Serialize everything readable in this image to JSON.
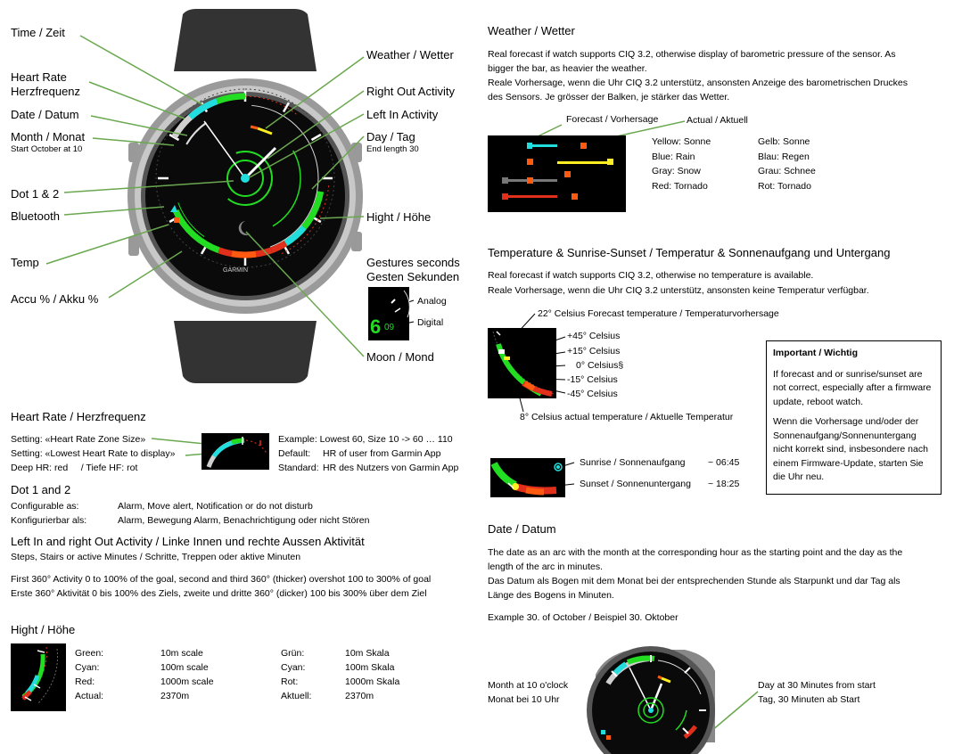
{
  "watch_callouts": {
    "time": "Time / Zeit",
    "heart_rate_1": "Heart Rate",
    "heart_rate_2": "Herzfrequenz",
    "date": "Date / Datum",
    "month": "Month / Monat",
    "month_sub": "Start October at 10",
    "dot": "Dot 1 & 2",
    "bluetooth": "Bluetooth",
    "temp": "Temp",
    "accu": "Accu % / Akku %",
    "weather": "Weather / Wetter",
    "right_out": "Right Out Activity",
    "left_in": "Left In Activity",
    "day": "Day / Tag",
    "day_sub": "End length 30",
    "hight": "Hight / Höhe",
    "gestures_1": "Gestures seconds",
    "gestures_2": "Gesten Sekunden",
    "analog": "Analog",
    "digital": "Digital",
    "gesture_digits": "6",
    "gesture_secs": "09",
    "moon": "Moon / Mond",
    "brand": "GARMIN"
  },
  "heart_rate": {
    "title": "Heart Rate / Herzfrequenz",
    "setting1": "Setting: «Heart Rate Zone Size»",
    "setting2": "Setting: «Lowest Heart Rate to display»",
    "deep": "Deep HR: red     / Tiefe HF: rot",
    "example": "Example: Lowest 60, Size 10 -> 60 … 110",
    "default_key": "Default:",
    "default_val": "HR of user from Garmin App",
    "standard_key": "Standard:",
    "standard_val": "HR des Nutzers von Garmin App"
  },
  "dots": {
    "title": "Dot 1 and 2",
    "conf_en_key": "Configurable as:",
    "conf_en_val": "Alarm, Move alert, Notification or do not disturb",
    "conf_de_key": "Konfigurierbar als:",
    "conf_de_val": "Alarm, Bewegung Alarm, Benachrichtigung oder nicht Stören"
  },
  "activity": {
    "title": "Left In and right Out Activity / Linke Innen und rechte Aussen Aktivität",
    "sub": "Steps, Stairs or active Minutes / Schritte, Treppen oder aktive Minuten",
    "line1": "First 360° Activity 0 to 100% of the goal, second and third 360° (thicker) overshot 100 to 300% of goal",
    "line2": "Erste 360° Aktivität 0 bis 100% des Ziels, zweite und dritte 360° (dicker) 100 bis 300% über dem Ziel"
  },
  "hight": {
    "title": "Hight / Höhe",
    "rows": [
      [
        "Green:",
        "10m scale",
        "Grün:",
        "10m Skala"
      ],
      [
        "Cyan:",
        "100m scale",
        "Cyan:",
        "100m Skala"
      ],
      [
        "Red:",
        "1000m scale",
        "Rot:",
        "1000m Skala"
      ],
      [
        "Actual:",
        "2370m",
        "Aktuell:",
        "2370m"
      ]
    ]
  },
  "weather": {
    "title": "Weather / Wetter",
    "p1": "Real forecast if watch supports CIQ 3.2, otherwise display of barometric pressure of the sensor. As",
    "p2": "bigger the bar, as heavier the weather.",
    "p3": "Reale Vorhersage, wenn die Uhr CIQ 3.2 unterstütz, ansonsten Anzeige des barometrischen Druckes",
    "p4": "des Sensors. Je grösser der Balken, je stärker das Wetter.",
    "forecast": "Forecast / Vorhersage",
    "actual": "Actual / Aktuell",
    "legend": [
      [
        "Yellow: Sonne",
        "Gelb: Sonne"
      ],
      [
        "Blue: Rain",
        "Blau: Regen"
      ],
      [
        "Gray: Snow",
        "Grau: Schnee"
      ],
      [
        "Red: Tornado",
        "Rot: Tornado"
      ]
    ]
  },
  "temperature": {
    "title": "Temperature & Sunrise-Sunset / Temperatur & Sonnenaufgang und Untergang",
    "p1": "Real forecast if watch supports CIQ 3.2, otherwise no temperature is available.",
    "p2": "Reale Vorhersage, wenn die Uhr CIQ 3.2 unterstütz, ansonsten keine Temperatur verfügbar.",
    "forecast_label": "22° Celsius Forecast temperature / Temperaturvorhersage",
    "scale": [
      "+45° Celsius",
      "+15° Celsius",
      "0° Celsius§",
      "-15° Celsius",
      "-45° Celsius"
    ],
    "actual_label": "8° Celsius actual temperature / Aktuelle Temperatur",
    "sunrise": "Sunrise / Sonnenaufgang",
    "sunrise_time": "~ 06:45",
    "sunset": "Sunset / Sonnenuntergang",
    "sunset_time": "~ 18:25"
  },
  "important": {
    "title": "Important / Wichtig",
    "en": "If forecast and or sunrise/sunset are not correct, especially after a firmware update, reboot watch.",
    "de": "Wenn die Vorhersage und/oder der Sonnenaufgang/Sonnenuntergang nicht korrekt sind, insbesondere nach einem Firmware-Update, starten Sie die Uhr neu."
  },
  "date": {
    "title": "Date / Datum",
    "p1": "The date as an arc with the month at the corresponding hour as the starting point and the day as the",
    "p2": "length of the arc in minutes.",
    "p3": "Das Datum als Bogen mit dem Monat bei der entsprechenden Stunde als Starpunkt und dar Tag als",
    "p4": "Länge des Bogens in Minuten.",
    "example": "Example 30. of October / Beispiel 30. Oktober",
    "month_1": "Month at 10 o'clock",
    "month_2": "Monat bei 10 Uhr",
    "day_1": "Day at 30 Minutes from start",
    "day_2": "Tag, 30 Minuten ab Start"
  },
  "colors": {
    "callout_line": "#6aa84f",
    "green": "#22dd22",
    "cyan": "#22dddd",
    "red": "#e0301c",
    "orange": "#ff5a10",
    "yellow": "#ffee22",
    "blue": "#2255ff",
    "gray": "#777777"
  }
}
